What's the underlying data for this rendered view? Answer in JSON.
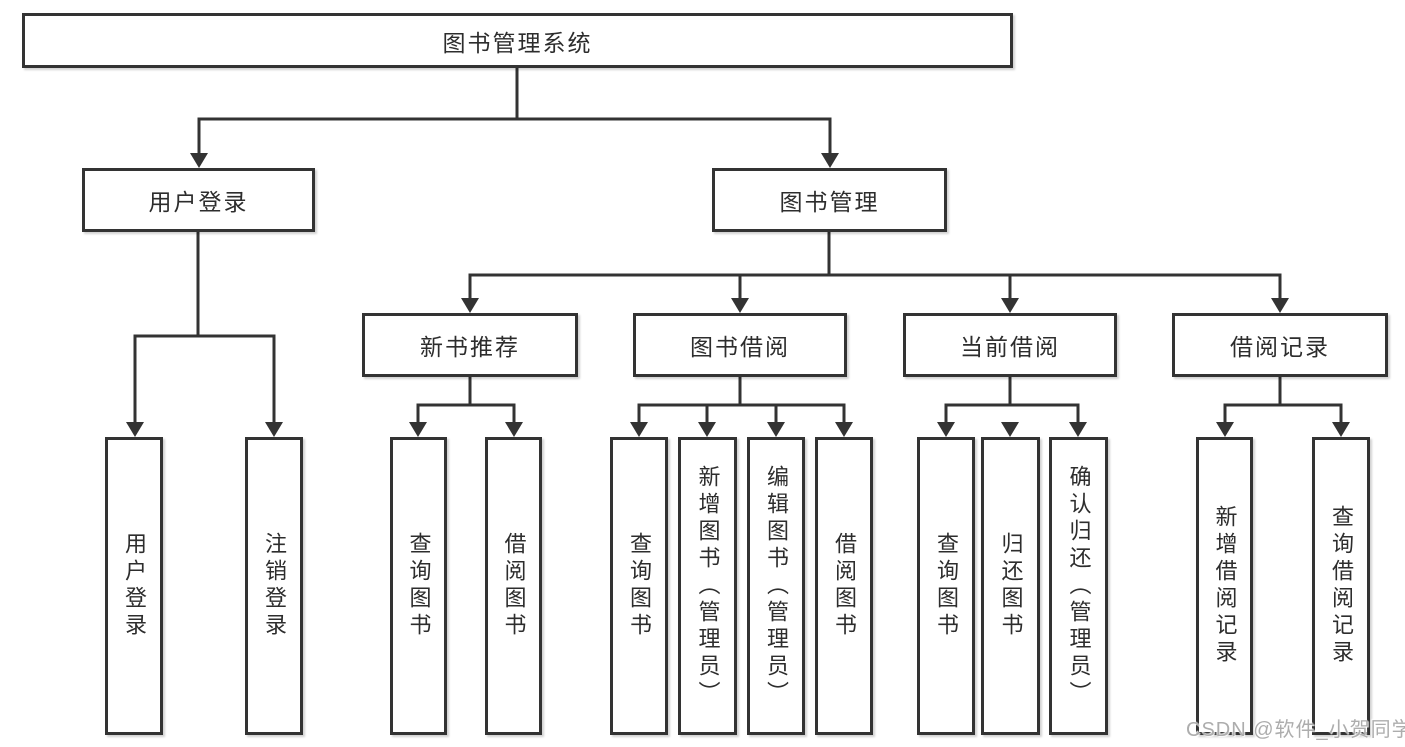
{
  "root": {
    "label": "图书管理系统"
  },
  "level1": {
    "user_login": {
      "label": "用户登录"
    },
    "book_management": {
      "label": "图书管理"
    }
  },
  "level2": {
    "new_book_recommend": {
      "label": "新书推荐"
    },
    "book_borrowing": {
      "label": "图书借阅"
    },
    "current_borrowing": {
      "label": "当前借阅"
    },
    "borrow_records": {
      "label": "借阅记录"
    }
  },
  "leaves": {
    "user_login": {
      "label": "用户登录"
    },
    "logout": {
      "label": "注销登录"
    },
    "query_books_recommend": {
      "label": "查询图书"
    },
    "borrow_books_recommend": {
      "label": "借阅图书"
    },
    "query_books_borrowing": {
      "label": "查询图书"
    },
    "add_books_admin": {
      "label": "新增图书（管理员）"
    },
    "edit_books_admin": {
      "label": "编辑图书（管理员）"
    },
    "borrow_books_borrowing": {
      "label": "借阅图书"
    },
    "query_books_current": {
      "label": "查询图书"
    },
    "return_books": {
      "label": "归还图书"
    },
    "confirm_return_admin": {
      "label": "确认归还（管理员）"
    },
    "add_borrow_record": {
      "label": "新增借阅记录"
    },
    "query_borrow_record": {
      "label": "查询借阅记录"
    }
  },
  "watermark": {
    "text": "CSDN @软件_小贺同学"
  },
  "colors": {
    "line": "#333333",
    "border": "#333333",
    "text": "#2d2d2d",
    "watermark": "#adadad",
    "background": "#ffffff"
  }
}
